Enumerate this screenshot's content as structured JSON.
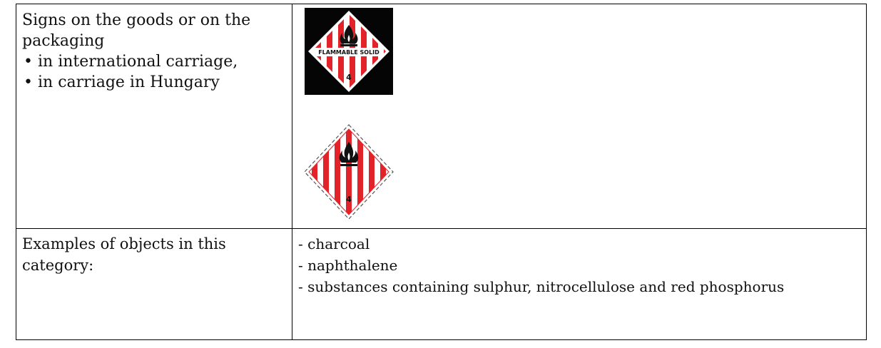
{
  "signs": {
    "heading": "Signs on the goods or on the packaging",
    "bullets": [
      "in international carriage,",
      "in carriage in Hungary"
    ],
    "bullet_glyph": "•",
    "international_label": {
      "caption": "FLAMMABLE SOLID",
      "class_number": "4"
    },
    "hungary_label": {
      "class_number": "4"
    }
  },
  "examples": {
    "heading": "Examples of objects in this category:",
    "items": [
      "- charcoal",
      "- naphthalene",
      "- substances containing sulphur, nitrocellulose and red phosphorus"
    ]
  },
  "colors": {
    "stripe_red": "#e3232a",
    "border": "#000000",
    "label_background": "#050505"
  },
  "icons": {
    "flame": "flame-icon",
    "diamond": "hazard-diamond"
  }
}
